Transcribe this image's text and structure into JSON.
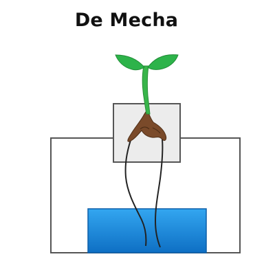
{
  "title": "De Mecha",
  "colors": {
    "leaf": "#2db34a",
    "stem": "#38b54a",
    "root": "#7a4a2a",
    "pot_fill": "#ececec",
    "reservoir": "#1a8fe0",
    "reservoir_dark": "#0d63b0",
    "outline": "#555555",
    "wick": "#222222"
  },
  "icons": {
    "plant": "seedling-icon",
    "wick": "wick-strings",
    "water": "water-reservoir"
  }
}
